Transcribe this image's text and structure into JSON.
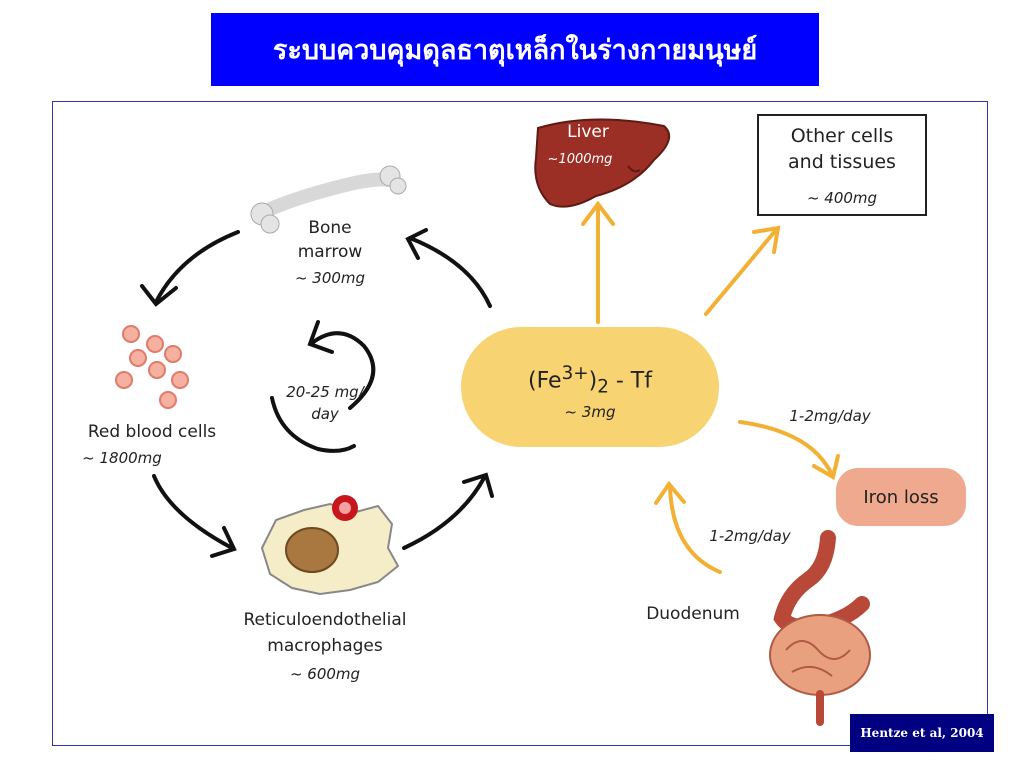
{
  "title": "ระบบควบคุมดุลธาตุเหล็กในร่างกายมนุษย์",
  "center": {
    "formula": "(Fe3+)2 - Tf",
    "amount": "~ 3mg"
  },
  "nodes": {
    "liver": {
      "label": "Liver",
      "amount": "~1000mg"
    },
    "other": {
      "label_line1": "Other cells",
      "label_line2": "and tissues",
      "amount": "~ 400mg"
    },
    "bone_marrow": {
      "label_line1": "Bone",
      "label_line2": "marrow",
      "amount": "~ 300mg"
    },
    "red_blood_cells": {
      "label": "Red blood cells",
      "amount": "~ 1800mg"
    },
    "macrophages": {
      "label_line1": "Reticuloendothelial",
      "label_line2": "macrophages",
      "amount": "~ 600mg"
    },
    "duodenum": {
      "label": "Duodenum"
    },
    "iron_loss": {
      "label": "Iron loss"
    }
  },
  "cycle_rate": {
    "line1": "20-25 mg/",
    "line2": "day"
  },
  "flows": {
    "loss_rate": "1-2mg/day",
    "absorption_rate": "1-2mg/day"
  },
  "citation": "Hentze et al, 2004",
  "colors": {
    "title_bg": "#0000ff",
    "center_pill": "#f8d371",
    "iron_loss_pill": "#eea98e",
    "arrow_orange": "#f2b134",
    "liver": "#9b2e25",
    "citation_bg": "#000080"
  }
}
